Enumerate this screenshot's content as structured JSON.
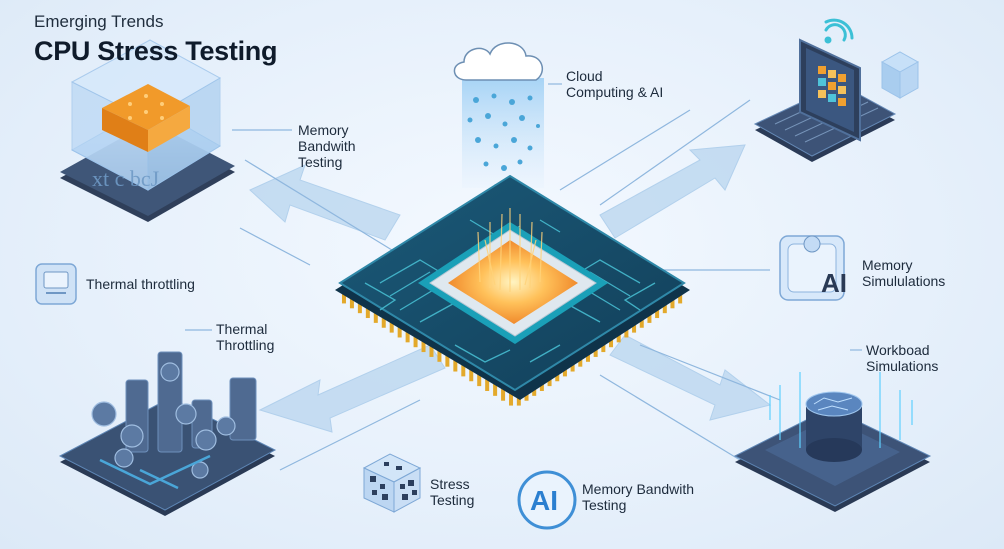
{
  "header": {
    "subtitle": "Emerging Trends",
    "title": "CPU Stress Testing"
  },
  "labels": {
    "cloud": "Cloud\nComputing & AI",
    "memory_bandwidth_top": "Memory\nBandwith\nTesting",
    "thermal_throttling_left": "Thermal throttling",
    "thermal_throttling_bottom": "Thermal\nThrottling",
    "memory_simulations": "Memory\nSimululations",
    "workload_simulations": "Workboad\nSimulations",
    "stress_testing": "Stress\nTesting",
    "memory_bandwidth_bottom": "Memory Bandwith\nTesting",
    "ai_badge_right": "AI",
    "ai_badge_bottom": "AI"
  },
  "glyphs": {
    "block_letters": "xt c bcJ"
  },
  "colors": {
    "background": "#e6f0fb",
    "circuit_board": "#1c4e6b",
    "trace": "#3fb6c9",
    "gold_pins": "#e0a82a",
    "core_glow": "#ffb347",
    "arrow_fill": "#bcd7f0",
    "device_dark": "#2d3f5c"
  },
  "icons": [
    "cloud-icon",
    "cpu-chip-icon",
    "laptop-icon",
    "wifi-icon",
    "memory-block-icon",
    "thermal-icon",
    "ai-chip-icon",
    "qr-cube-icon",
    "server-cylinder-icon",
    "bar-sensors-icon"
  ]
}
